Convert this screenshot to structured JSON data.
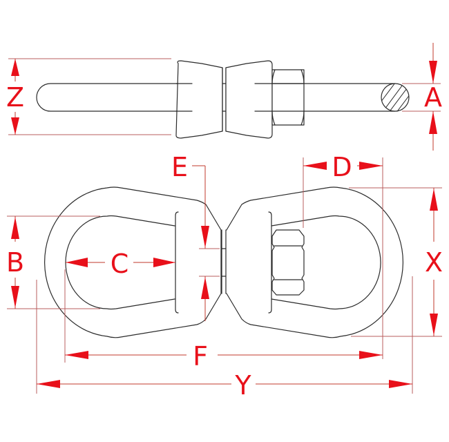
{
  "drawing": {
    "subject": "Swivel Eye to Eye - dimensioned technical drawing",
    "views": [
      "side-view",
      "top-view"
    ],
    "colors": {
      "outline": "#2a2a2a",
      "dimension": "#e8101a",
      "extension_line": "#b85c5c",
      "background": "#ffffff"
    }
  },
  "dimensions": {
    "Z": {
      "label": "Z",
      "meaning": "overall eye height (side view)"
    },
    "A": {
      "label": "A",
      "meaning": "material diameter"
    },
    "E": {
      "label": "E",
      "meaning": "neck gap"
    },
    "D": {
      "label": "D",
      "meaning": "nut length"
    },
    "B": {
      "label": "B",
      "meaning": "inner eye width"
    },
    "C": {
      "label": "C",
      "meaning": "inner eye length"
    },
    "X": {
      "label": "X",
      "meaning": "outer eye width"
    },
    "F": {
      "label": "F",
      "meaning": "inside length"
    },
    "Y": {
      "label": "Y",
      "meaning": "overall length"
    }
  }
}
